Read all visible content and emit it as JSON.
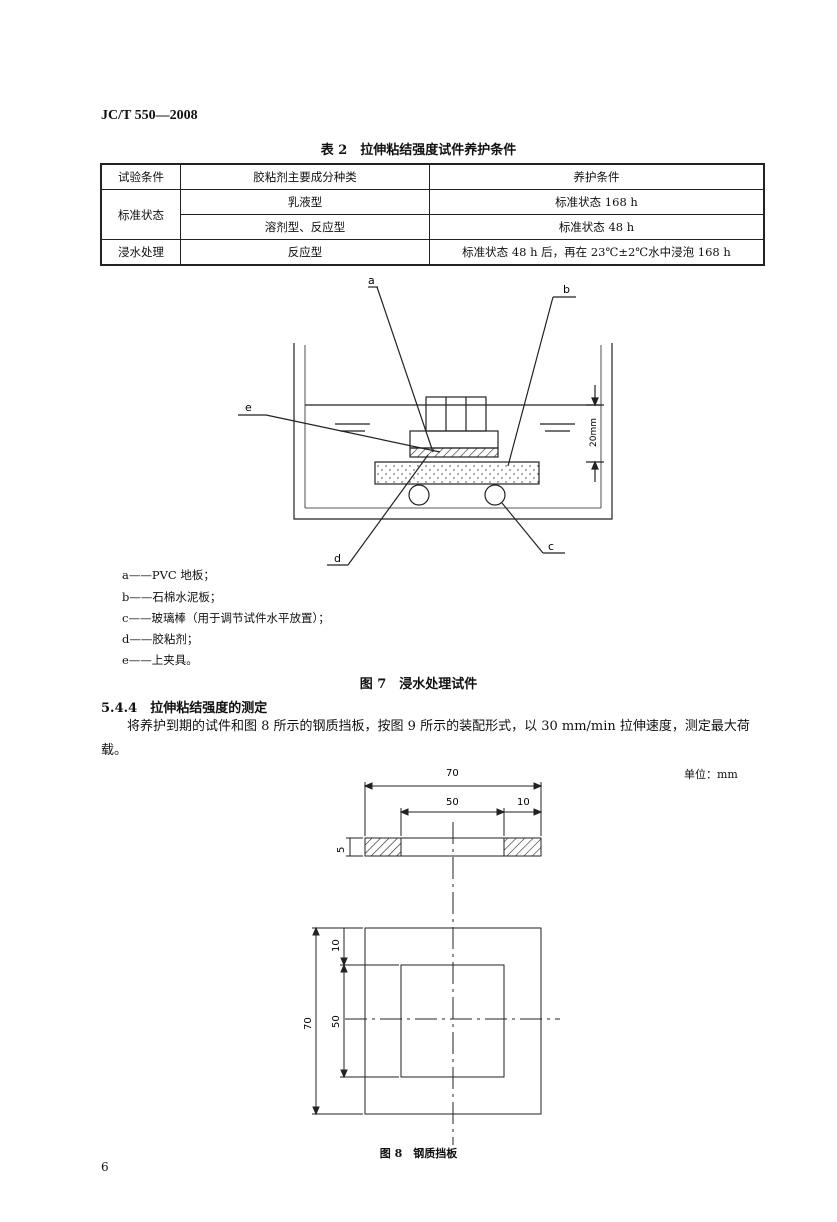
{
  "header": {
    "std_code": "JC/T 550—2008"
  },
  "table2": {
    "caption": "表 2　拉伸粘结强度试件养护条件",
    "headers": [
      "试验条件",
      "胶粘剂主要成分种类",
      "养护条件"
    ],
    "group1_label": "标准状态",
    "group1_rows": [
      {
        "type": "乳液型",
        "cond": "标准状态 168 h"
      },
      {
        "type": "溶剂型、反应型",
        "cond": "标准状态 48 h"
      }
    ],
    "group2_label": "浸水处理",
    "group2_row": {
      "type": "反应型",
      "cond": "标准状态 48 h 后，再在 23℃±2℃水中浸泡 168 h"
    }
  },
  "figure7": {
    "callouts": {
      "a": "a",
      "b": "b",
      "c": "c",
      "d": "d",
      "e": "e"
    },
    "dim_label": "20mm",
    "legend": [
      "a——PVC 地板；",
      "b——石棉水泥板；",
      "c——玻璃棒（用于调节试件水平放置）；",
      "d——胶粘剂；",
      "e——上夹具。"
    ],
    "caption": "图 7　浸水处理试件"
  },
  "section": {
    "number_title": "5.4.4　拉伸粘结强度的测定",
    "paragraph": "将养护到期的试件和图 8 所示的钢质挡板，按图 9 所示的装配形式，以 30 mm/min 拉伸速度，测定最大荷载。"
  },
  "figure8": {
    "unit": "单位：mm",
    "dims": {
      "top_width": "70",
      "inner_width": "50",
      "edge": "10",
      "thickness": "5",
      "side_height": "70",
      "side_edge": "10",
      "side_inner": "50"
    },
    "caption": "图 8　钢质挡板"
  },
  "page_number": "6"
}
